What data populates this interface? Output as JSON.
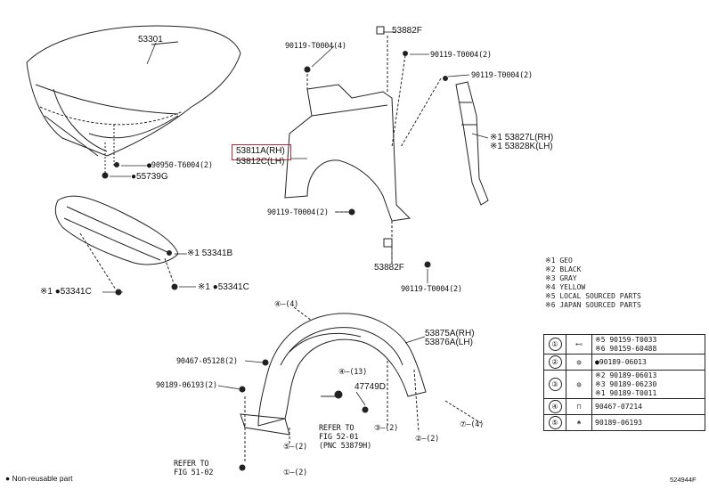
{
  "labels": {
    "hood": "53301",
    "fender_bolt_top": "90119-T0004(4)",
    "bracket_top": "53882F",
    "bolt_a": "90119-T0004(2)",
    "bolt_b": "90119-T0004(2)",
    "fender_rh": "53811A(RH)",
    "fender_lh": "53812C(LH)",
    "seal_rh": "※1 53827L(RH)",
    "seal_lh": "※1 53828K(LH)",
    "hood_bolt": "●90950-T6004(2)",
    "cushion": "●55739G",
    "bolt_c": "90119-T0004(2)",
    "bracket_bottom": "53882F",
    "bolt_d": "90119-T0004(2)",
    "cover_b": "※1 53341B",
    "cover_c_right": "※1 ●53341C",
    "cover_c_left": "※1 ●53341C",
    "callout_4_top": "④—(4)",
    "liner_rh": "53875A(RH)",
    "liner_lh": "53876A(LH)",
    "clip_a": "90467-05128(2)",
    "clip_b": "90189-06193(2)",
    "callout_4_mid": "④—(13)",
    "part_47749": "47749D",
    "refer_1": "REFER TO",
    "refer_1b": "FIG 52-01",
    "refer_1c": "(PNC 53879H)",
    "callout_3": "③—(2)",
    "callout_2": "②—(2)",
    "callout_7": "⑦—(4)",
    "callout_5": "⑤—(2)",
    "callout_1": "①—(2)",
    "refer_2": "REFER TO",
    "refer_2b": "FIG 51-02"
  },
  "legend": [
    "※1 GEO",
    "※2 BLACK",
    "※3 GRAY",
    "※4 YELLOW",
    "※5 LOCAL SOURCED PARTS",
    "※6 JAPAN SOURCED PARTS"
  ],
  "parts_table": [
    {
      "num": "①",
      "part": [
        "※5 90159-T0033",
        "※6 90159-60488"
      ]
    },
    {
      "num": "②",
      "part": [
        "●90189-06013"
      ]
    },
    {
      "num": "③",
      "part": [
        "※2 90189-06013",
        "※3 90189-06230",
        "※1 90189-T0011"
      ]
    },
    {
      "num": "④",
      "part": [
        "90467-07214"
      ]
    },
    {
      "num": "⑤",
      "part": [
        "90189-06193"
      ]
    }
  ],
  "footer": {
    "non_reusable": "● Non-reusable part",
    "code": "524944F"
  }
}
